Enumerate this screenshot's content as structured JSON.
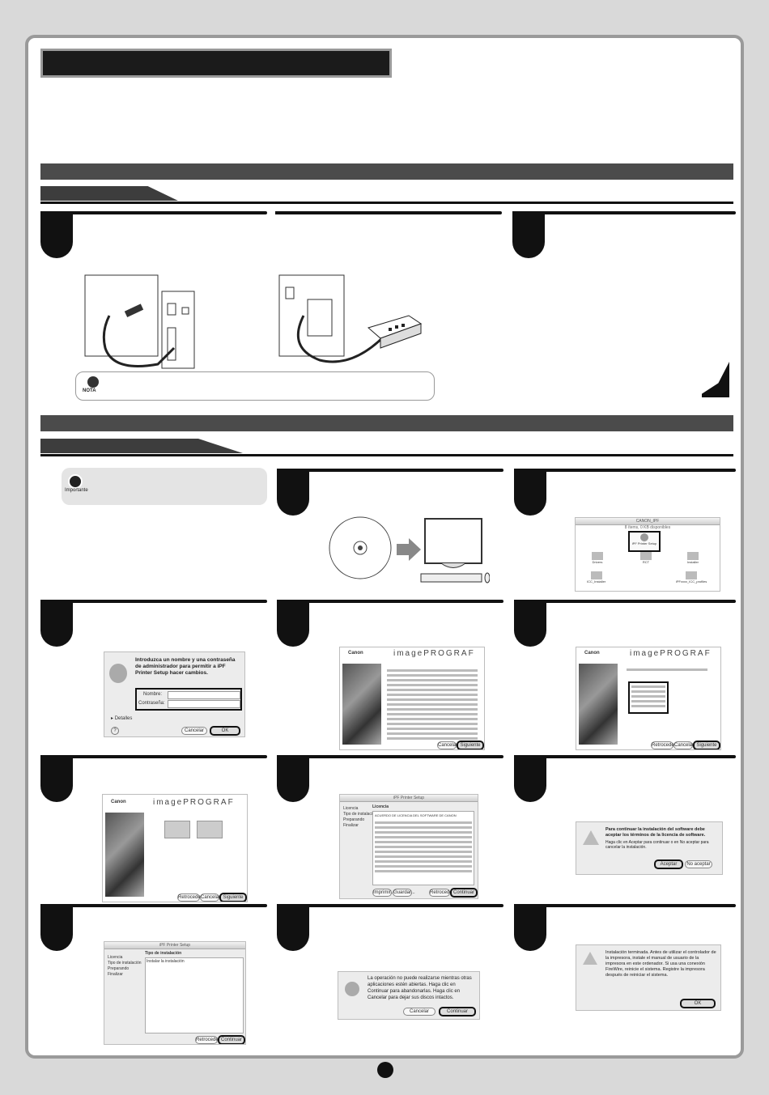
{
  "note": {
    "label": "NOTA"
  },
  "important": {
    "label": "Importante"
  },
  "finder": {
    "title": "CANON_IPF",
    "subtitle": "8 ítems, 0 KB disponibles",
    "items": [
      "iPF Printer Setup",
      "Drivers",
      "RCT",
      "Installer",
      "ICC_Installer",
      "iPFxxxx_ICC_profiles"
    ]
  },
  "auth": {
    "message": "Introduzca un nombre y una contraseña de administrador para permitir a iPF Printer Setup hacer cambios.",
    "name_label": "Nombre:",
    "password_label": "Contraseña:",
    "details": "Detalles",
    "cancel": "Cancelar",
    "ok": "OK"
  },
  "installer": {
    "brand": "imagePROGRAF",
    "maker": "Canon",
    "next": "Siguiente",
    "back": "Retroceder",
    "cancel": "Cancelar"
  },
  "license": {
    "window_title": "iPF Printer Setup",
    "heading": "Licencia",
    "steps": [
      "Licencia",
      "Tipo de instalación",
      "Preparando",
      "Finalizar"
    ],
    "text": "ACUERDO DE LICENCIA DEL SOFTWARE DE CANON",
    "print": "Imprimir...",
    "save": "Guardar...",
    "back": "Retroceder",
    "continue": "Continuar"
  },
  "accept_dialog": {
    "message": "Para continuar la instalación del software debe aceptar los términos de la licencia de software.",
    "detail": "Haga clic en Aceptar para continuar o en No aceptar para cancelar la instalación.",
    "accept": "Aceptar",
    "decline": "No aceptar"
  },
  "install_type": {
    "window_title": "iPF Printer Setup",
    "heading": "Tipo de instalación",
    "steps": [
      "Licencia",
      "Tipo de instalación",
      "Preparando",
      "Finalizar"
    ],
    "item": "Instalar la instalación",
    "back": "Retroceder",
    "continue": "Continuar"
  },
  "close_apps_dialog": {
    "message": "La operación no puede realizarse mientras otras aplicaciones estén abiertas. Haga clic en Continuar para abandonarlas. Haga clic en Cancelar para dejar sus discos intactos.",
    "cancel": "Cancelar",
    "continue": "Continuar"
  },
  "finish_dialog": {
    "message": "Instalación terminada. Antes de utilizar el controlador de la impresora, instale el manual de usuario de la impresora en este ordenador. Si usa una conexión FireWire, reinicie el sistema. Registre la impresora después de reiniciar el sistema.",
    "ok": "OK"
  }
}
